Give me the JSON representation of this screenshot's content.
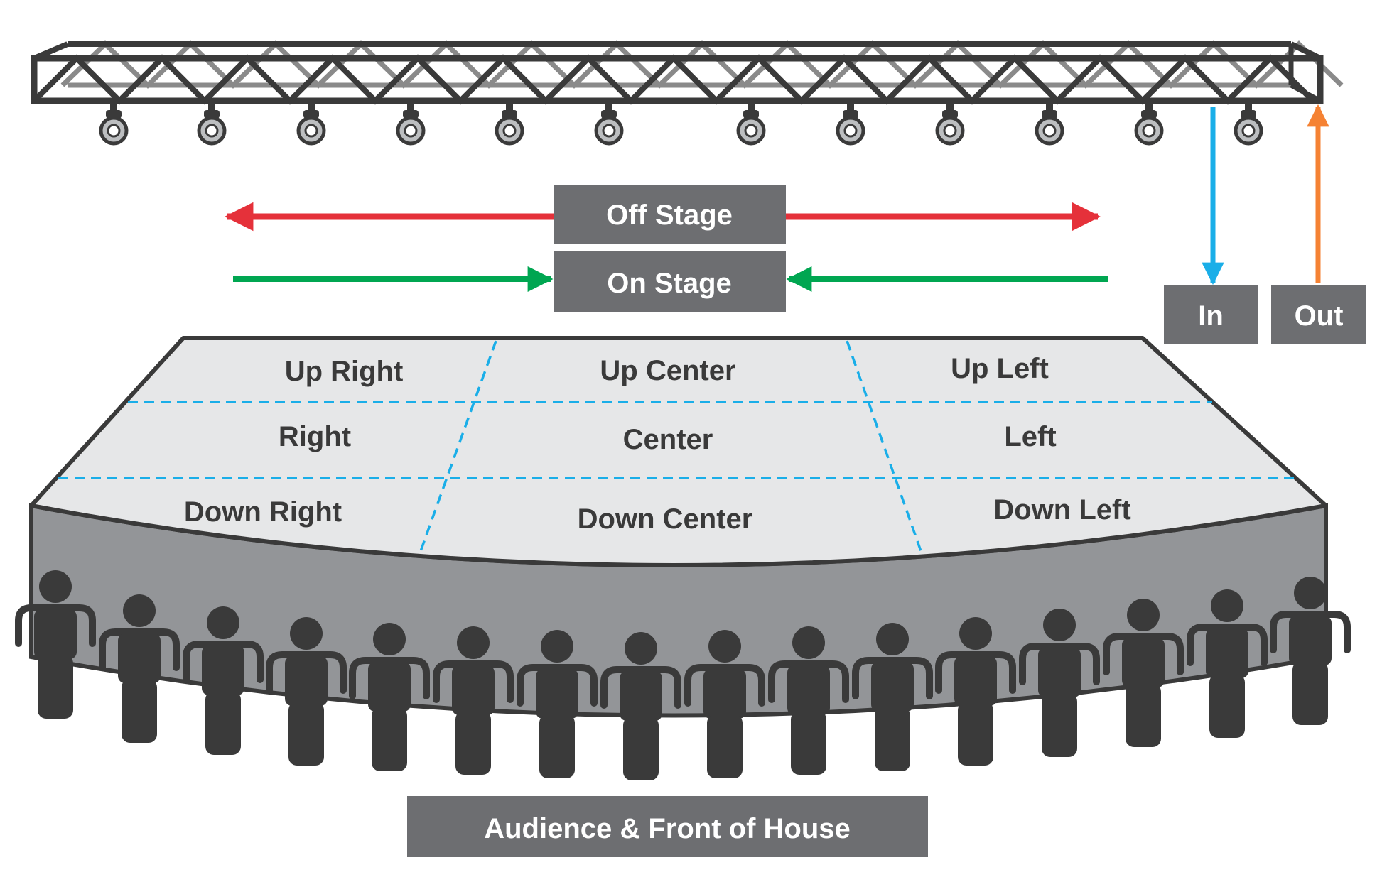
{
  "labels": {
    "off_stage": "Off Stage",
    "on_stage": "On Stage",
    "in": "In",
    "out": "Out",
    "audience": "Audience & Front of House"
  },
  "zones": {
    "up_right": "Up Right",
    "up_center": "Up Center",
    "up_left": "Up Left",
    "right": "Right",
    "center": "Center",
    "left": "Left",
    "down_right": "Down Right",
    "down_center": "Down Center",
    "down_left": "Down Left"
  },
  "colors": {
    "off_stage_arrow": "#e5313a",
    "on_stage_arrow": "#00a651",
    "in_arrow": "#1aaee8",
    "out_arrow": "#f58233",
    "label_box": "#6d6e71",
    "stage_floor": "#e6e7e8",
    "stage_front": "#939598",
    "zone_grid": "#1aaee8",
    "truss": "#3a3a3a",
    "audience": "#3a3a3a"
  },
  "icons": {
    "truss": "lighting-truss-icon",
    "light": "stage-light-icon",
    "person": "audience-person-icon"
  }
}
